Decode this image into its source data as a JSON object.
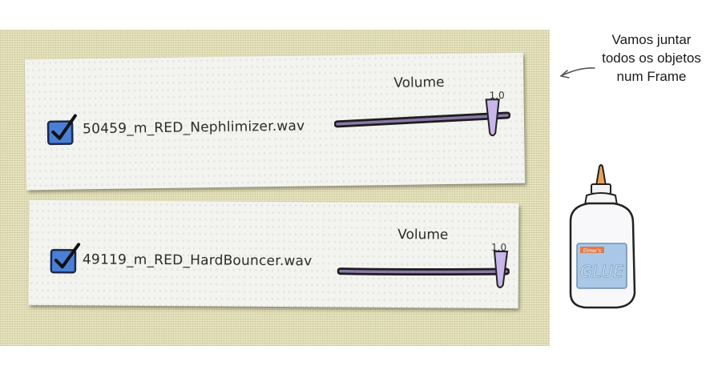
{
  "tracks": [
    {
      "filename": "50459_m_RED_Nephlimizer.wav",
      "volume_label": "Volume",
      "max_label": "1.0",
      "checked": true,
      "volume": 1.0
    },
    {
      "filename": "49119_m_RED_HardBouncer.wav",
      "volume_label": "Volume",
      "max_label": "1.0",
      "checked": true,
      "volume": 1.0
    }
  ],
  "note": {
    "text": "Vamos juntar todos os objetos num Frame"
  },
  "glue": {
    "label": "GLUE",
    "small_label": "Elmer's"
  },
  "colors": {
    "background_mat": "#e9e6bf",
    "checkbox_fill": "#4a7fd6",
    "slider_knob": "#c9b6ea",
    "glue_cap": "#e8a15a"
  }
}
